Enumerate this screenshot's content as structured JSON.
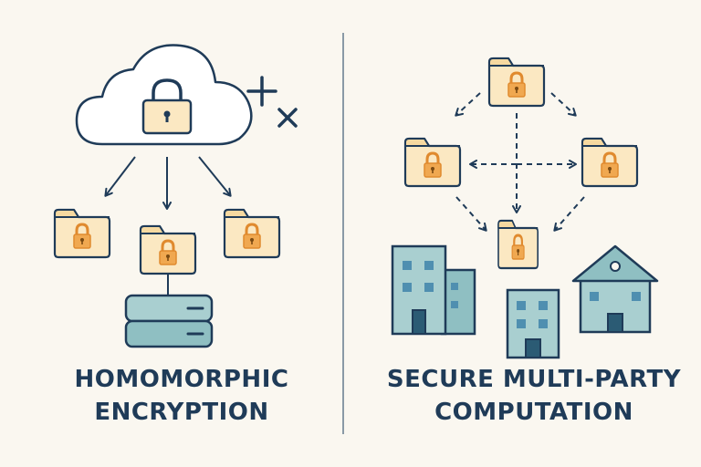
{
  "colors": {
    "background": "#faf7f0",
    "outline": "#1f3b58",
    "folder_fill": "#fbe8c2",
    "folder_tab": "#f6d9a0",
    "lock_fill": "#f0a850",
    "server_fill": "#a9cfd0",
    "building_fill": "#a9cfd0",
    "divider": "#8a9aa6"
  },
  "icons": [
    "cloud-icon",
    "padlock-icon",
    "plus-icon",
    "times-icon",
    "folder-lock-icon",
    "server-icon",
    "building-icon",
    "house-icon",
    "dashed-arrow-icon"
  ],
  "left_panel": {
    "caption_line1": "HOMOMORPHIC",
    "caption_line2": "ENCRYPTION"
  },
  "right_panel": {
    "caption_line1": "SECURE MULTI-PARTY",
    "caption_line2": "COMPUTATION"
  }
}
